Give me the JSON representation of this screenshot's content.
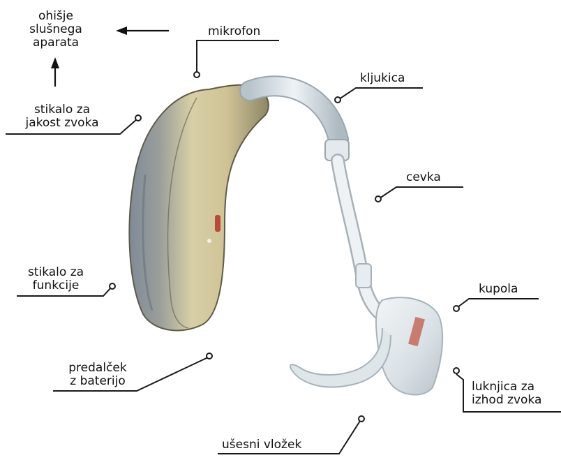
{
  "labels": {
    "housing": "ohišje\nslušnega\naparata",
    "microphone": "mikrofon",
    "hook": "kljukica",
    "volume_switch": "stikalo za\njakost zvoka",
    "tube": "cevka",
    "function_switch": "stikalo za\nfunkcije",
    "dome": "kupola",
    "battery_drawer": "predalček\nz baterijo",
    "sound_outlet": "luknjica za\nizhod zvoka",
    "ear_insert": "ušesni vložek"
  },
  "colors": {
    "background": "#ffffff",
    "text": "#111111",
    "leader_line": "#1a1a1a",
    "housing_gold": "#cfc396",
    "housing_grey": "#7f8a99",
    "tube_clear": "#dde5ea"
  }
}
